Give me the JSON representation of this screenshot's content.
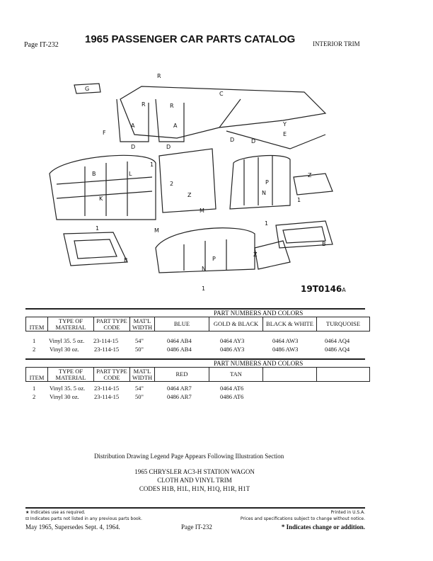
{
  "header": {
    "page": "Page IT-232",
    "title": "1965 PASSENGER CAR PARTS CATALOG",
    "section": "INTERIOR TRIM"
  },
  "illustration": {
    "drawing_number": "19T0146",
    "drawing_suffix": "A",
    "labels": [
      "R",
      "G",
      "C",
      "R",
      "R",
      "A",
      "A",
      "F",
      "D",
      "D",
      "D",
      "D",
      "Y",
      "E",
      "B",
      "L",
      "K",
      "1",
      "1",
      "M",
      "2",
      "Z",
      "M",
      "1",
      "P",
      "N",
      "Z",
      "1",
      "Z",
      "P",
      "N",
      "B",
      "B",
      "1"
    ]
  },
  "table1": {
    "section_label": "PART NUMBERS AND COLORS",
    "headers": [
      "ITEM",
      "TYPE OF MATERIAL",
      "PART TYPE CODE",
      "MAT'L WIDTH",
      "BLUE",
      "GOLD & BLACK",
      "BLACK & WHITE",
      "TURQUOISE"
    ],
    "rows": [
      [
        "1",
        "Vinyl 35. 5 oz.",
        "23-114-15",
        "54\"",
        "0464 AB4",
        "0464 AY3",
        "0464 AW3",
        "0464 AQ4"
      ],
      [
        "2",
        "Vinyl 30 oz.",
        "23-114-15",
        "50\"",
        "0486 AB4",
        "0486 AY3",
        "0486 AW3",
        "0486 AQ4"
      ]
    ]
  },
  "table2": {
    "section_label": "PART NUMBERS AND COLORS",
    "headers": [
      "ITEM",
      "TYPE OF MATERIAL",
      "PART TYPE CODE",
      "MAT'L WIDTH",
      "RED",
      "TAN",
      "",
      ""
    ],
    "rows": [
      [
        "1",
        "Vinyl 35. 5 oz.",
        "23-114-15",
        "54\"",
        "0464 AR7",
        "0464 AT6"
      ],
      [
        "2",
        "Vinyl 30 oz.",
        "23-114-15",
        "50\"",
        "0486 AR7",
        "0486 AT6"
      ]
    ]
  },
  "notes": {
    "distribution": "Distribution Drawing Legend Page Appears Following Illustration Section",
    "model": "1965 CHRYSLER AC3-H STATION WAGON",
    "trim": "CLOTH AND VINYL TRIM",
    "codes": "CODES H1B, H1L, H1N, H1Q, H1R, H1T"
  },
  "footer": {
    "star_note": "★ Indicates use as required.",
    "box_note": "⊟ Indicates parts not listed in any previous parts book.",
    "date": "May 1965, Supersedes Sept. 4, 1964.",
    "page": "Page IT-232",
    "printed": "Printed in U.S.A.",
    "prices": "Prices and specifications subject to change without notice.",
    "change": "* Indicates change or addition."
  }
}
